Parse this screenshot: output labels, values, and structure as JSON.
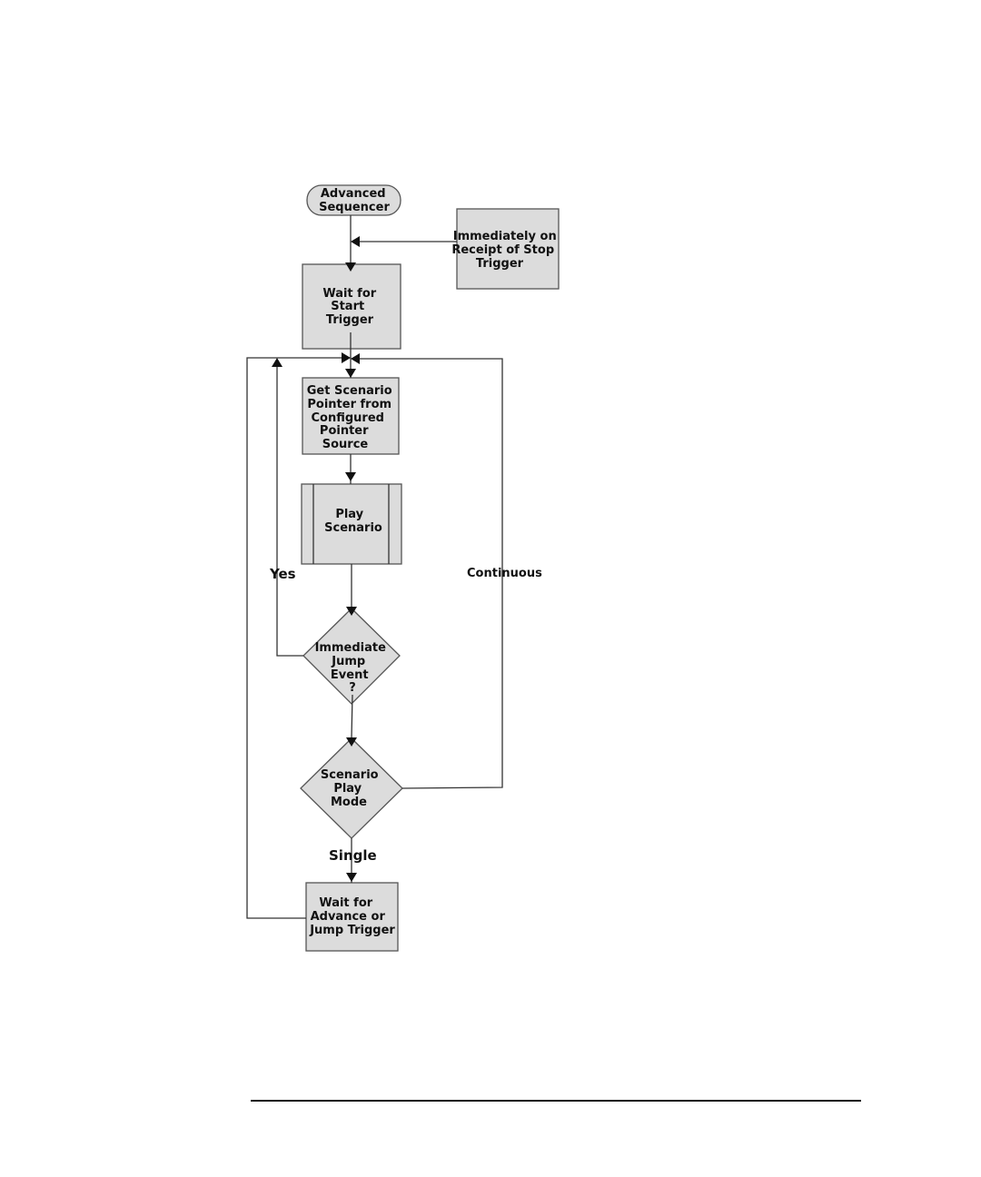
{
  "diagram": {
    "nodes": {
      "start": [
        "Advanced",
        "Sequencer"
      ],
      "stop_trigger": [
        "Immediately on",
        "Receipt of Stop",
        "Trigger"
      ],
      "wait_start": [
        "Wait for",
        "Start",
        "Trigger"
      ],
      "get_pointer": [
        "Get Scenario",
        "Pointer from",
        "Configured",
        "Pointer",
        "Source"
      ],
      "play_scenario": [
        "Play",
        "Scenario"
      ],
      "jump_event": [
        "Immediate",
        "Jump",
        "Event",
        "?"
      ],
      "play_mode": [
        "Scenario",
        "Play",
        "Mode"
      ],
      "wait_advance": [
        "Wait for",
        "Advance or",
        "Jump Trigger"
      ]
    },
    "edge_labels": {
      "yes": "Yes",
      "continuous": "Continuous",
      "single": "Single"
    }
  }
}
